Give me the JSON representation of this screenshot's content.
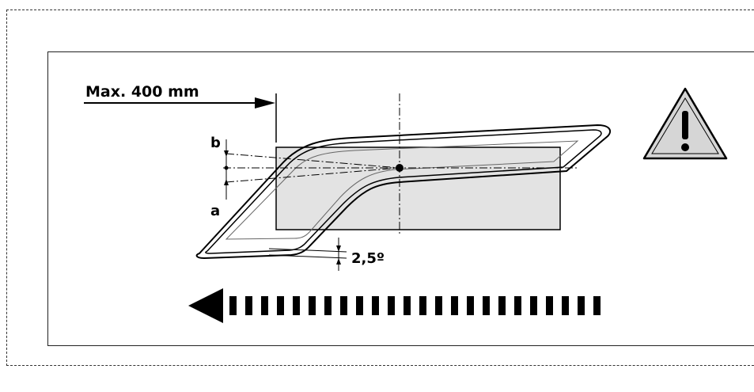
{
  "diagram": {
    "max_distance_label": "Max. 400 mm",
    "angle_b_label": "b",
    "angle_a_label": "a",
    "tilt_angle_label": "2,5º"
  }
}
